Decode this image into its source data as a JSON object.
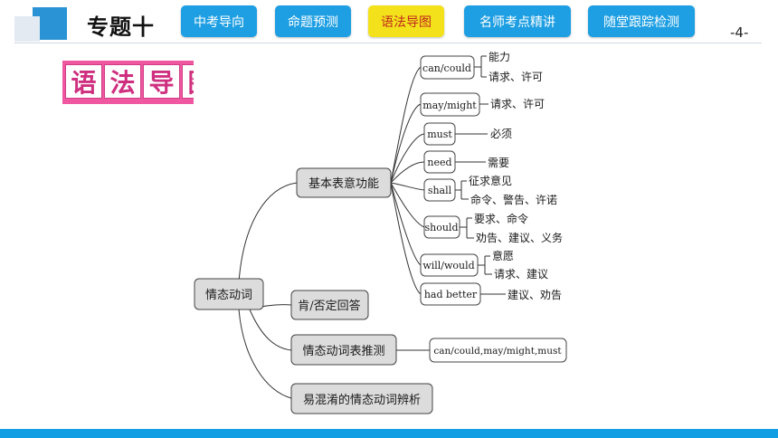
{
  "header": {
    "title": "专题十",
    "page_number": "-4-",
    "tabs": [
      {
        "label": "中考导向",
        "active": false
      },
      {
        "label": "命题预测",
        "active": false
      },
      {
        "label": "语法导图",
        "active": true
      },
      {
        "label": "名师考点精讲",
        "active": false
      },
      {
        "label": "随堂跟踪检测",
        "active": false
      }
    ]
  },
  "colors": {
    "tab_blue": "#1e9fe3",
    "tab_active_yellow": "#f3e21b",
    "tab_active_text": "#c0281f",
    "badge_pink": "#ef58a0",
    "bottom_bar": "#129ee2"
  },
  "badge": {
    "chars": [
      "语",
      "法",
      "导",
      "图"
    ]
  },
  "mindmap": {
    "root": "情态动词",
    "branches": {
      "basic": "基本表意功能",
      "answer": "肯/否定回答",
      "guess": "情态动词表推测",
      "confuse": "易混淆的情态动词辨析"
    },
    "guess_words": "can/could,may/might,must",
    "modals": [
      {
        "word": "can/could",
        "meanings": [
          "能力",
          "请求、许可"
        ]
      },
      {
        "word": "may/might",
        "meanings": [
          "请求、许可"
        ]
      },
      {
        "word": "must",
        "meanings": [
          "必须"
        ]
      },
      {
        "word": "need",
        "meanings": [
          "需要"
        ]
      },
      {
        "word": "shall",
        "meanings": [
          "征求意见",
          "命令、警告、许诺"
        ]
      },
      {
        "word": "should",
        "meanings": [
          "要求、命令",
          "劝告、建议、义务"
        ]
      },
      {
        "word": "will/would",
        "meanings": [
          "意愿",
          "请求、建议"
        ]
      },
      {
        "word": "had better",
        "meanings": [
          "建议、劝告"
        ]
      }
    ]
  }
}
